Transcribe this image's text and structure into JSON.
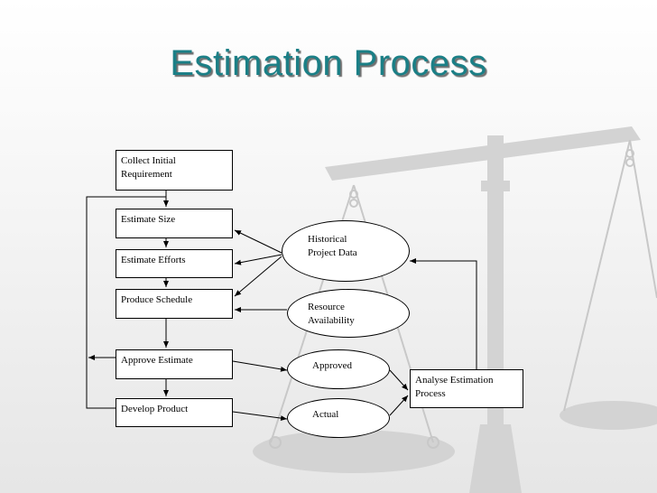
{
  "title": "Estimation Process",
  "boxes": {
    "collect": "Collect Initial\nRequirement",
    "estimate_size": "Estimate Size",
    "estimate_efforts": "Estimate Efforts",
    "produce_schedule": "Produce Schedule",
    "approve_estimate": "Approve Estimate",
    "develop_product": "Develop Product",
    "analyse": "Analyse Estimation\nProcess"
  },
  "ovals": {
    "historical": "Historical\nProject Data",
    "resource": "Resource\nAvailability",
    "approved": "Approved",
    "actual": "Actual"
  },
  "colors": {
    "title": "#1b7f86",
    "watermark": "#cfcfcf",
    "line": "#000000"
  }
}
